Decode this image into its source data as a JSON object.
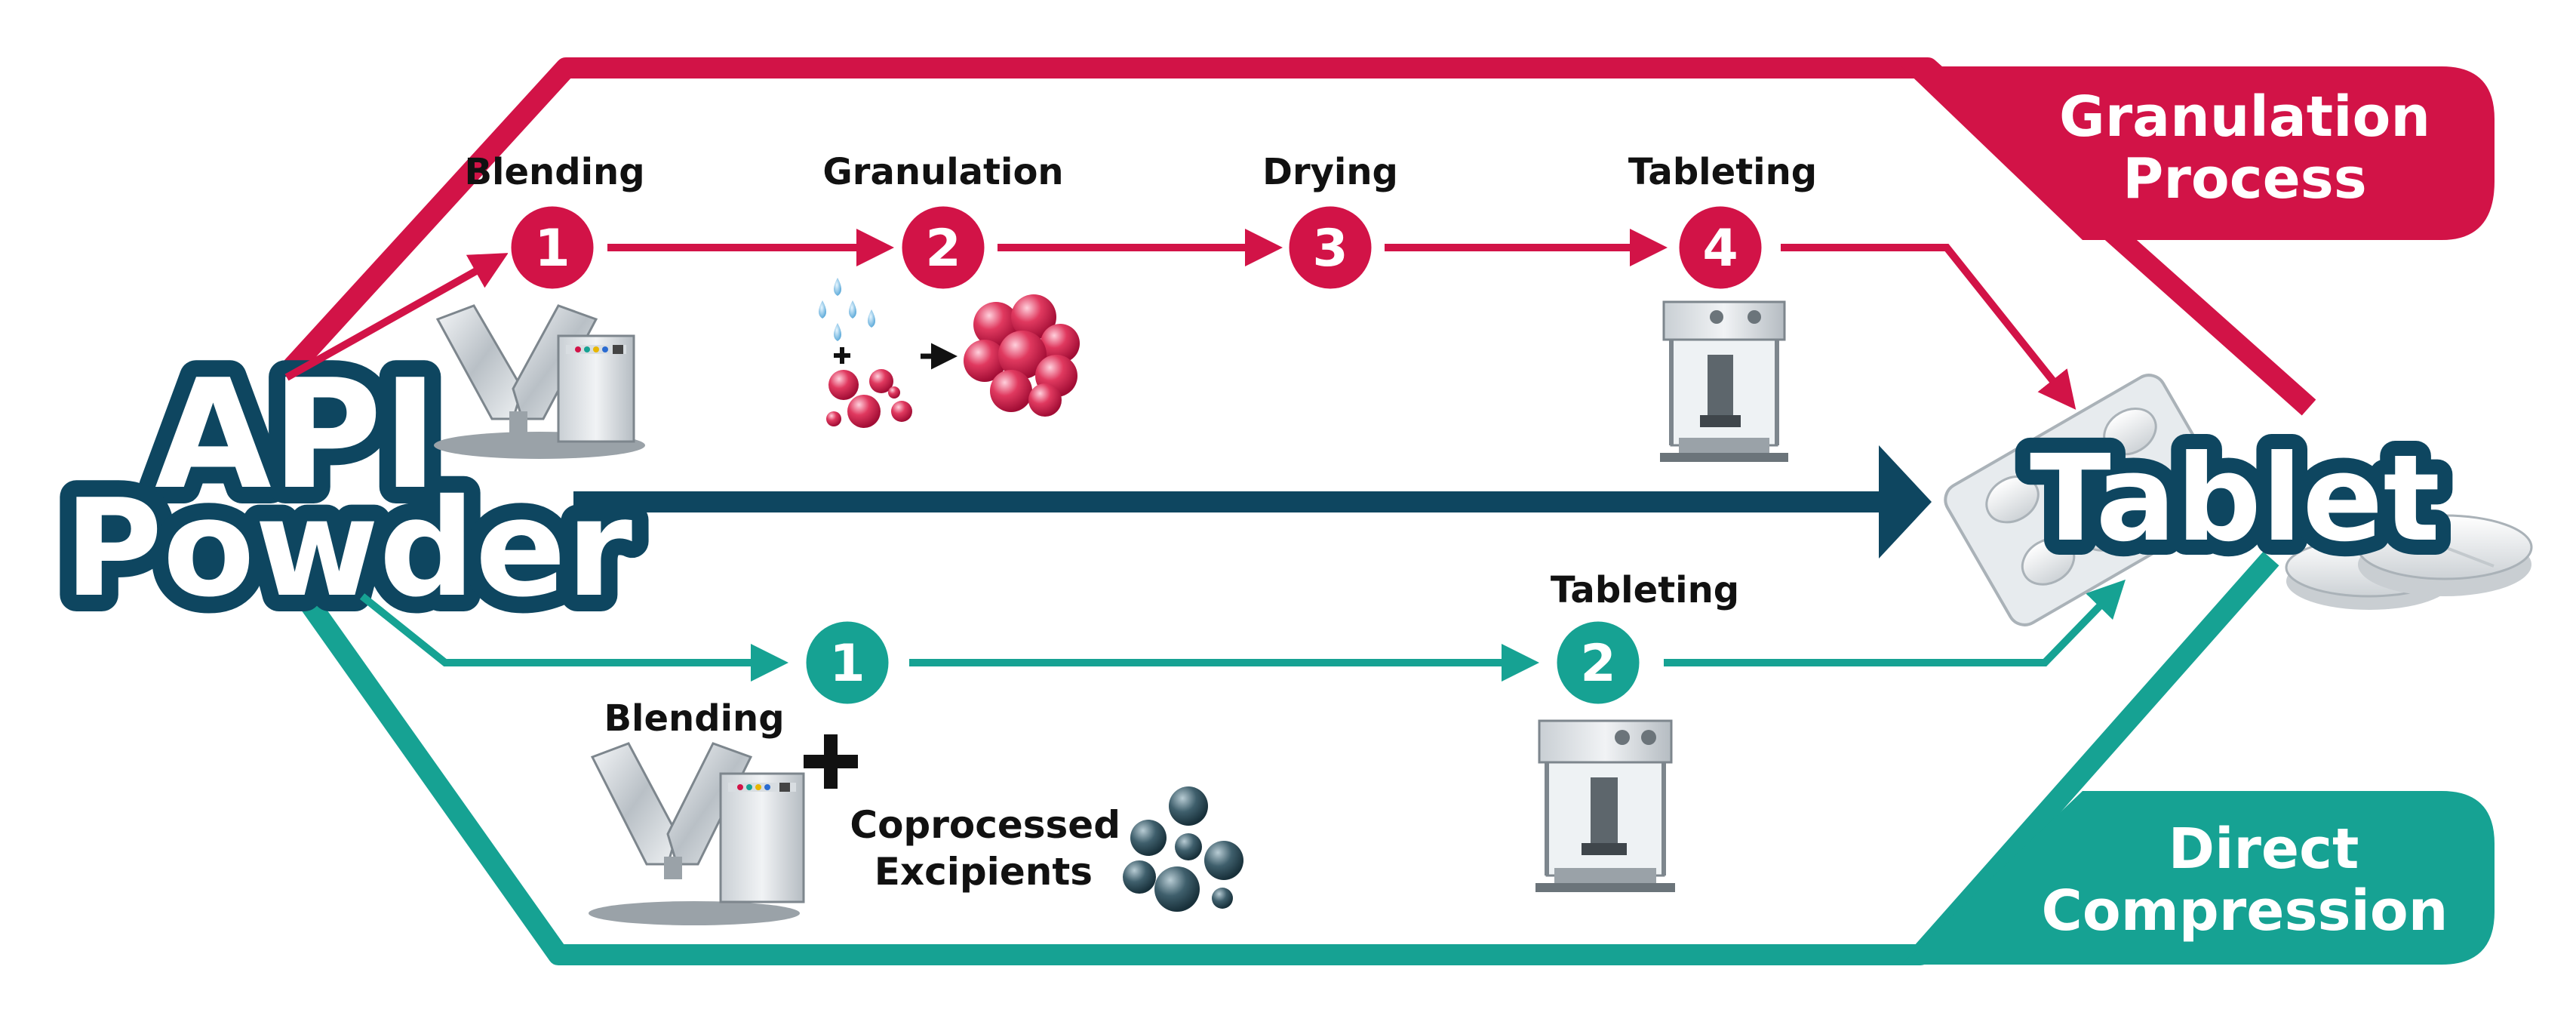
{
  "colors": {
    "granulation": "#d21347",
    "direct": "#16a293",
    "dark": "#0e4660",
    "text": "#111111"
  },
  "source_label": [
    "API",
    "Powder"
  ],
  "target_label": "Tablet",
  "granulation_header": [
    "Granulation",
    "Process"
  ],
  "direct_header": [
    "Direct",
    "Compression"
  ],
  "granulation_steps": [
    {
      "number": "1",
      "label": "Blending"
    },
    {
      "number": "2",
      "label": "Granulation"
    },
    {
      "number": "3",
      "label": "Drying"
    },
    {
      "number": "4",
      "label": "Tableting"
    }
  ],
  "direct_steps": [
    {
      "number": "1",
      "label": "Blending"
    },
    {
      "number": "2",
      "label": "Tableting"
    }
  ],
  "excipients_label": [
    "Coprocessed",
    "Excipients"
  ],
  "icons": [
    "v-blender-icon",
    "water-drops-icon",
    "particles-icon",
    "granules-icon",
    "tablet-press-icon",
    "coprocessed-particles-icon",
    "blister-pack-icon",
    "tablet-icon",
    "plus-icon",
    "arrow-right-icon"
  ]
}
